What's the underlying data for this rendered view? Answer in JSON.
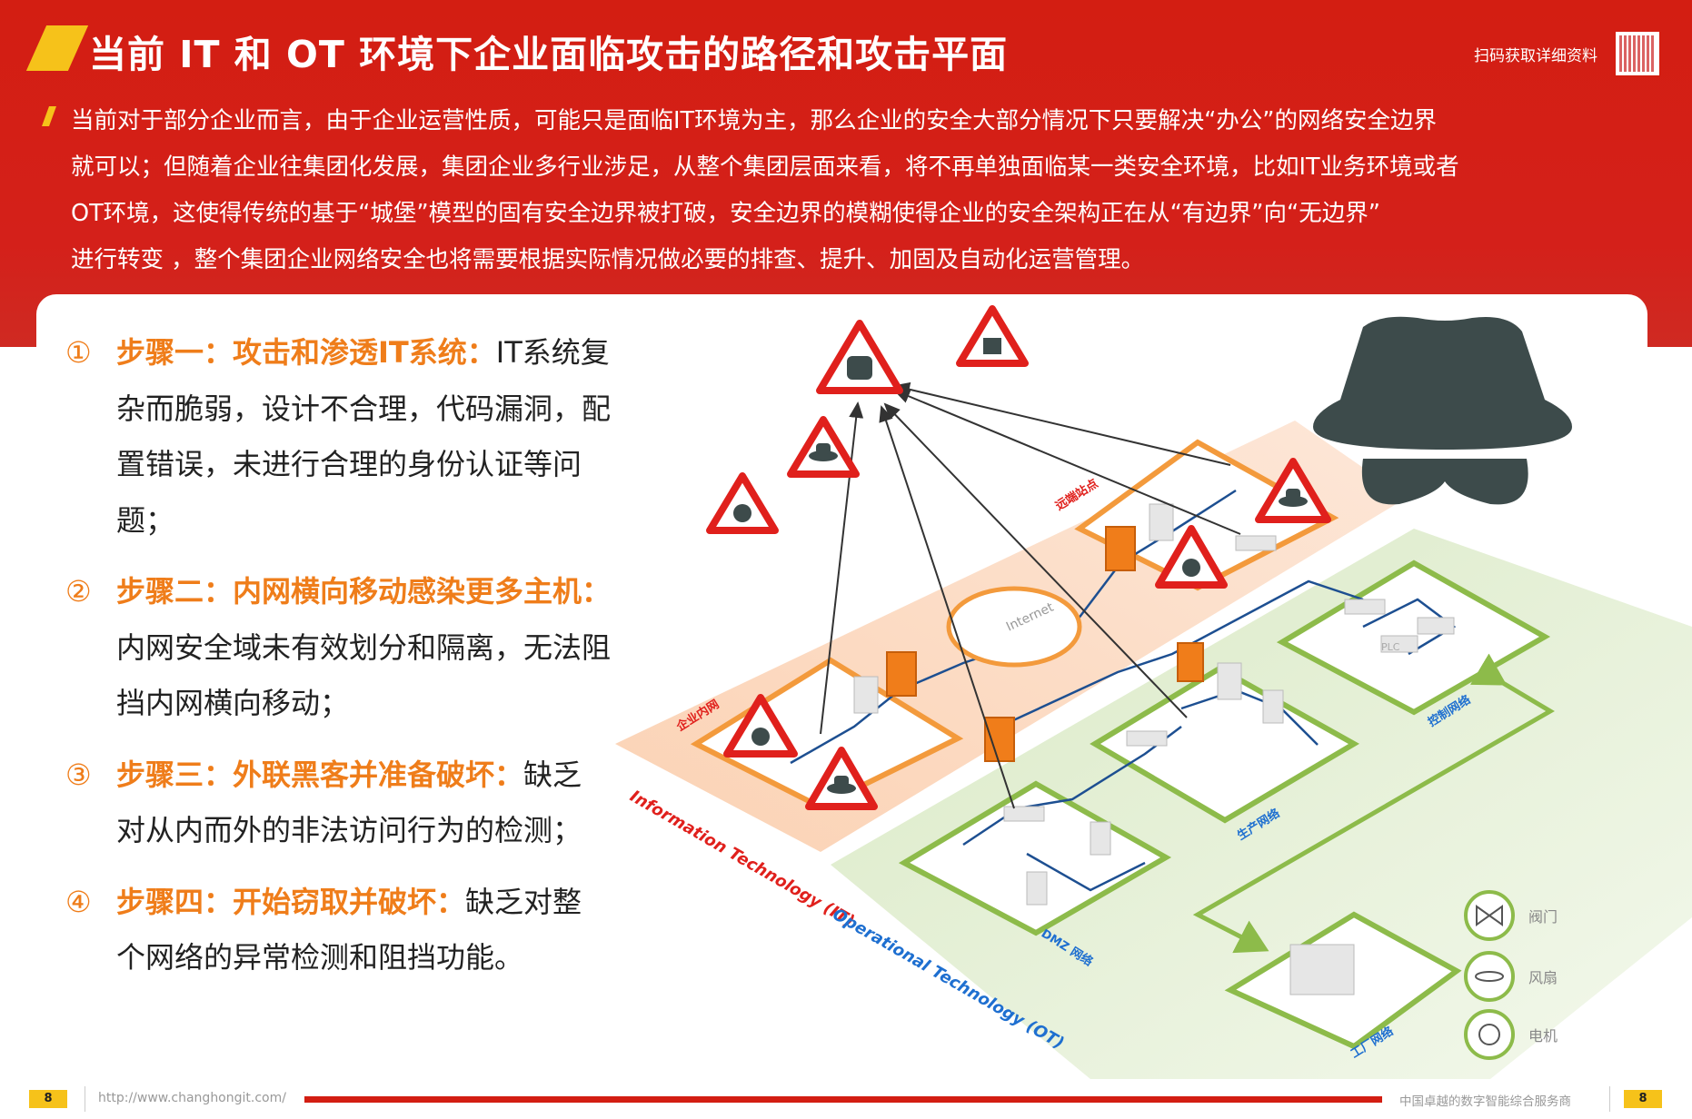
{
  "header": {
    "title": "当前 IT 和 OT 环境下企业面临攻击的路径和攻击平面",
    "qr_label": "扫码获取详细资料",
    "intro_lines": [
      "当前对于部分企业而言，由于企业运营性质，可能只是面临IT环境为主，那么企业的安全大部分情况下只要解决“办公”的网络安全边界",
      "就可以；但随着企业往集团化发展，集团企业多行业涉足，从整个集团层面来看，将不再单独面临某一类安全环境，比如IT业务环境或者",
      "OT环境，这使得传统的基于“城堡”模型的固有安全边界被打破，安全边界的模糊使得企业的安全架构正在从“有边界”向“无边界”",
      "进行转变 ，整个集团企业网络安全也将需要根据实际情况做必要的排查、提升、加固及自动化运营管理。"
    ]
  },
  "steps": [
    {
      "num": "①",
      "heading": "步骤一：攻击和渗透IT系统：",
      "body": "IT系统复杂而脆弱，设计不合理，代码漏洞，配置错误，未进行合理的身份认证等问题；"
    },
    {
      "num": "②",
      "heading": "步骤二：内网横向移动感染更多主机：",
      "body": "内网安全域未有效划分和隔离，无法阻挡内网横向移动；"
    },
    {
      "num": "③",
      "heading": "步骤三：外联黑客并准备破坏：",
      "body": "缺乏对从内而外的非法访问行为的检测；"
    },
    {
      "num": "④",
      "heading": "步骤四：开始窃取并破坏：",
      "body": "缺乏对整个网络的异常检测和阻挡功能。"
    }
  ],
  "diagram": {
    "it_label": "Information Technology (IT)",
    "ot_label": "Operational Technology (OT)",
    "internet": "Internet",
    "zones": {
      "enterprise": "企业内网",
      "remote": "远端站点",
      "control": "控制网络",
      "production": "生产网络",
      "dmz": "DMZ 网络",
      "factory": "工厂网络"
    },
    "plc": "PLC",
    "devices": [
      {
        "label": "阀门"
      },
      {
        "label": "风扇"
      },
      {
        "label": "电机"
      }
    ],
    "colors": {
      "it": "#f39a3c",
      "ot": "#8dbb4a",
      "alert": "#e0201c",
      "link": "#1d4f91",
      "hacker": "#3d4b4b"
    }
  },
  "footer": {
    "page": "8",
    "url": "http://www.changhongit.com/",
    "tagline": "中国卓越的数字智能综合服务商"
  }
}
